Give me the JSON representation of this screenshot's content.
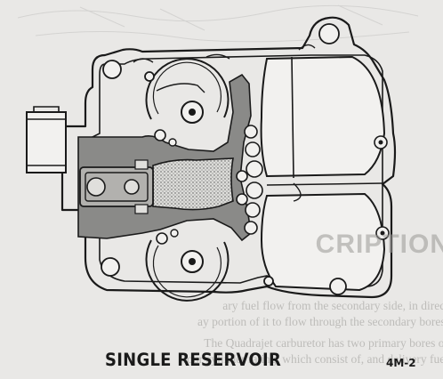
{
  "figure": {
    "caption": "SINGLE RESERVOIR",
    "figure_id": "4M-2"
  },
  "show_through": {
    "heading": "CRIPTION",
    "lines": [
      "ary fuel flow from the secondary side, in direct",
      "ay portion of it to flow through the secondary bores.",
      "The Quadrajet carburetor has two primary bores of",
      "four cylinder rating, which consist of, and delivery fuel"
    ]
  },
  "colors": {
    "paper": "#e9e8e6",
    "ink": "#1a1a1a",
    "reservoir_shade": "#8a8a88",
    "stipple": "#cfcfcc"
  }
}
